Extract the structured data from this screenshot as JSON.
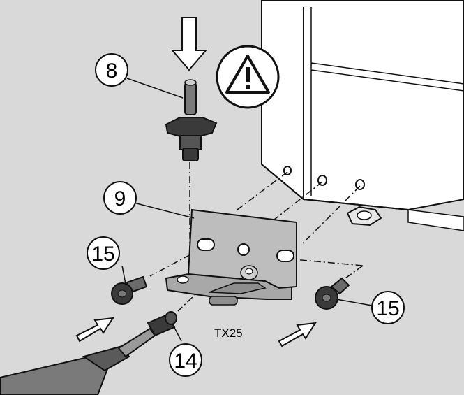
{
  "callouts": {
    "pin": "8",
    "bracket": "9",
    "screw_left": "15",
    "screw_right": "15",
    "screwdriver_screw": "14"
  },
  "tool_label": "TX25",
  "colors": {
    "background_panel": "#d9d9d9",
    "cabinet_white": "#ffffff",
    "outline": "#111111",
    "bracket_face": "#bdbdbd",
    "screwdriver_handle": "#7a7a7a",
    "screw_dark": "#3a3a3a"
  },
  "icons": {
    "warning": "warning-triangle-icon",
    "push_down_arrow": "down-arrow-icon",
    "push_in_arrows": "diagonal-arrow-icon"
  }
}
